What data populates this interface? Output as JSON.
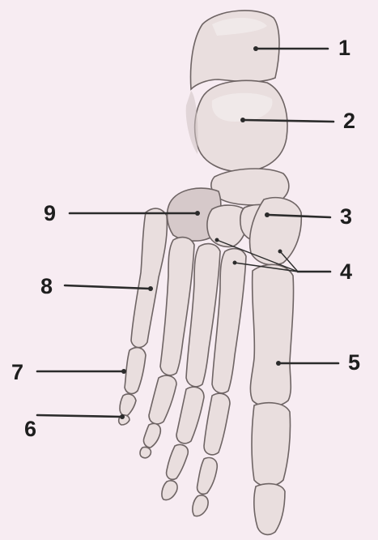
{
  "labels": {
    "l1": "1",
    "l2": "2",
    "l3": "3",
    "l4": "4",
    "l5": "5",
    "l6": "6",
    "l7": "7",
    "l8": "8",
    "l9": "9"
  },
  "colors": {
    "background": "#f7ecf2",
    "bone": "#e9dede",
    "outline": "#6e6464",
    "leader": "#2b2b2b"
  }
}
